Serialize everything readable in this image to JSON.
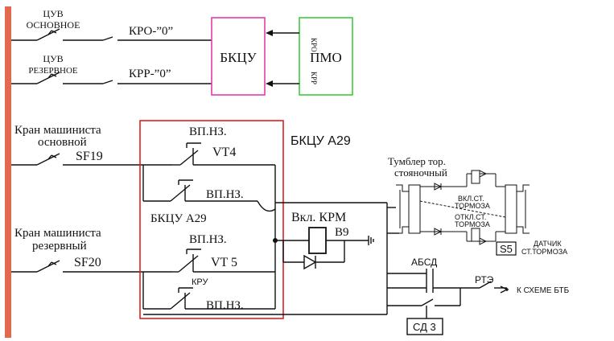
{
  "colors": {
    "bus": "#e4684f",
    "bkcu_box": "#e23ca8",
    "bkcu_label": "#d2177f",
    "pmo_box": "#3ccd3c",
    "pmo_label": "#22b822",
    "a29_box": "#e01f1f",
    "a29_label": "#e01f1f",
    "wire": "#111111"
  },
  "top": {
    "cuv_main_line1": "ЦУВ",
    "cuv_main_line2": "ОСНОВНОЕ",
    "cuv_res_line1": "ЦУВ",
    "cuv_res_line2": "РЕЗЕРВНОЕ",
    "kro_label": "КРО-”0”",
    "krr_label": "КРР-”0”",
    "bkcu_label": "БКЦУ",
    "pmo_label": "ПМО",
    "kro_vertical": "КРО",
    "krr_vertical": "КРР"
  },
  "left": {
    "kran_main_line1": "Кран машиниста",
    "kran_main_line2": "основной",
    "sf19": "SF19",
    "kran_res_line1": "Кран машиниста",
    "kran_res_line2": "резервный",
    "sf20": "SF20"
  },
  "a29": {
    "title": "БКЦУ А29",
    "inner_title": "БКЦУ А29",
    "vp_nz_1": "ВП.НЗ.",
    "vt4": "VT4",
    "vp_nz_2": "ВП.НЗ.",
    "vp_nz_3": "ВП.НЗ.",
    "vt5": "VT 5",
    "kru": "КРУ",
    "vp_nz_4": "ВП.НЗ."
  },
  "krm": {
    "label": "Вкл. КРМ",
    "b9": "В9"
  },
  "right": {
    "tumbler_line1": "Тумблер тор.",
    "tumbler_line2": "стояночный",
    "vkl_line1": "ВКЛ.СТ.",
    "vkl_line2": "ТОРМОЗА",
    "otkl_line1": "ОТКЛ.СТ.",
    "otkl_line2": "ТОРМОЗА",
    "s5": "S5",
    "datchik_line1": "ДАТЧИК",
    "datchik_line2": "СТ.ТОРМОЗА",
    "absd": "АБСД",
    "rte": "РТЭ",
    "btb": "К СХЕМЕ БТБ",
    "sd3": "СД 3"
  }
}
